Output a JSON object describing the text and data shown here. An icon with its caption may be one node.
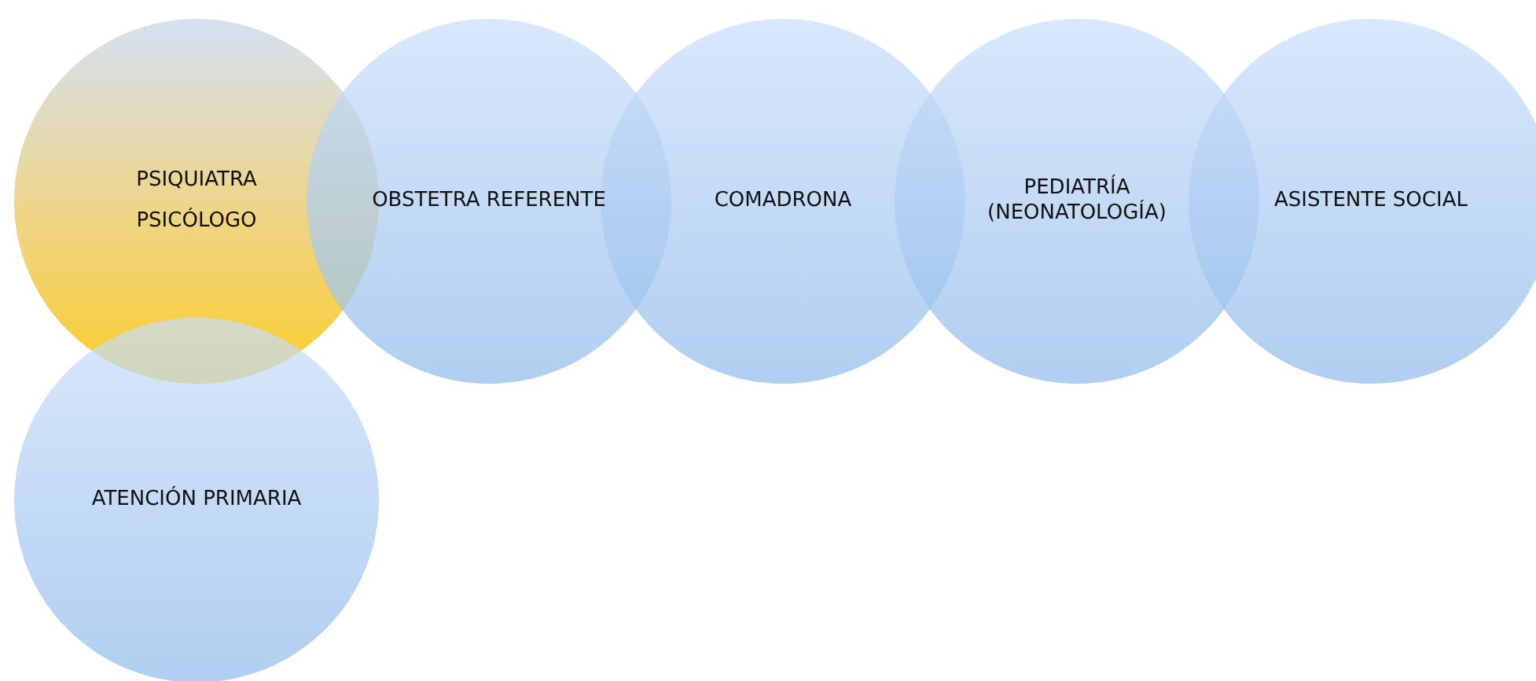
{
  "diagram": {
    "nodes": [
      {
        "text": [
          "PSIQUIATRA",
          "PSICÓLOGO"
        ]
      },
      {
        "text": [
          "OBSTETRA REFERENTE"
        ]
      },
      {
        "text": [
          "COMADRONA"
        ]
      },
      {
        "text": [
          "PEDIATRÍA (NEONATOLOGÍA)"
        ]
      },
      {
        "text": [
          "ASISTENTE SOCIAL"
        ]
      },
      {
        "text": [
          "ATENCIÓN PRIMARIA"
        ]
      }
    ]
  }
}
